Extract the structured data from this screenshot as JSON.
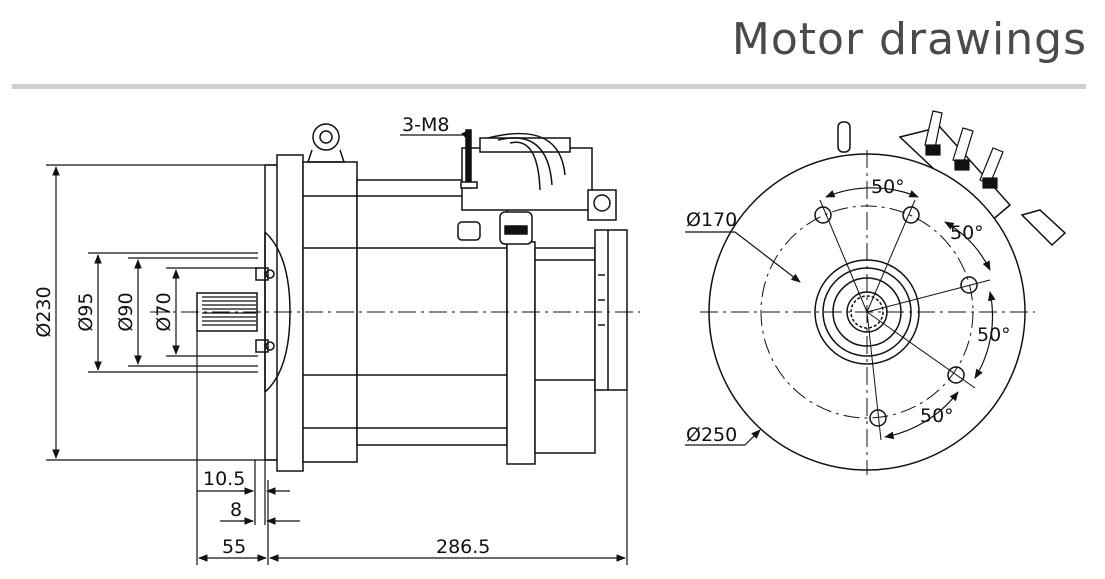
{
  "header": {
    "title": "Motor drawings"
  },
  "side_view": {
    "dia_230": "Ø230",
    "dia_95": "Ø95",
    "dia_90": "Ø90",
    "dia_70": "Ø70",
    "thread": "3-M8",
    "dim_10_5": "10.5",
    "dim_8": "8",
    "dim_55": "55",
    "dim_286_5": "286.5"
  },
  "front_view": {
    "dia_170": "Ø170",
    "dia_250": "Ø250",
    "angle_1": "50°",
    "angle_2": "50°",
    "angle_3": "50°",
    "angle_4": "50°"
  },
  "colors": {
    "line": "#111111",
    "title": "#4a4a4a",
    "rule": "#cfcfcf"
  }
}
